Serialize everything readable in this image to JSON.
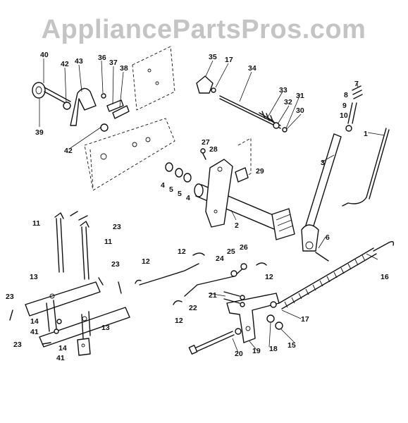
{
  "watermark": "AppliancePartsPros.com",
  "callouts": [
    "40",
    "42",
    "43",
    "36",
    "37",
    "38",
    "35",
    "17",
    "34",
    "33",
    "32",
    "31",
    "30",
    "7",
    "8",
    "9",
    "10",
    "1",
    "39",
    "42",
    "27",
    "28",
    "29",
    "3",
    "4",
    "5",
    "5",
    "4",
    "2",
    "6",
    "11",
    "23",
    "11",
    "12",
    "25",
    "26",
    "24",
    "12",
    "16",
    "13",
    "12",
    "23",
    "21",
    "22",
    "17",
    "12",
    "14",
    "41",
    "13",
    "14",
    "41",
    "15",
    "20",
    "19",
    "18",
    "23",
    "23"
  ]
}
